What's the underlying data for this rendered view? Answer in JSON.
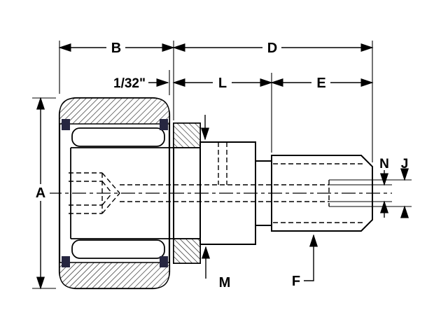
{
  "drawing": {
    "labels": {
      "a": "A",
      "b": "B",
      "d": "D",
      "gap": "1/32\"",
      "l": "L",
      "e": "E",
      "n": "N",
      "j": "J",
      "m": "M",
      "f": "F"
    },
    "colors": {
      "line": "#000000",
      "background": "#ffffff",
      "end_plate_fill": "#262640"
    }
  }
}
